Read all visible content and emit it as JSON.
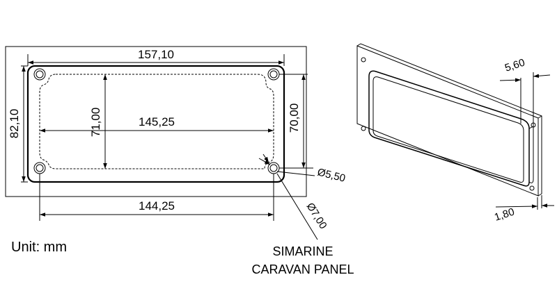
{
  "dimensions": {
    "outer_width": "157,10",
    "outer_height": "82,10",
    "inner_width": "145,25",
    "inner_height": "71,00",
    "hole_spacing_vertical": "70,00",
    "hole_spacing_horizontal": "144,25",
    "hole_diameter_small": "Ø5,50",
    "hole_diameter_large": "Ø7,00",
    "depth_total": "5,60",
    "plate_thickness": "1,80"
  },
  "unit_label": "Unit: mm",
  "product": {
    "line1": "SIMARINE",
    "line2": "CARAVAN PANEL"
  }
}
